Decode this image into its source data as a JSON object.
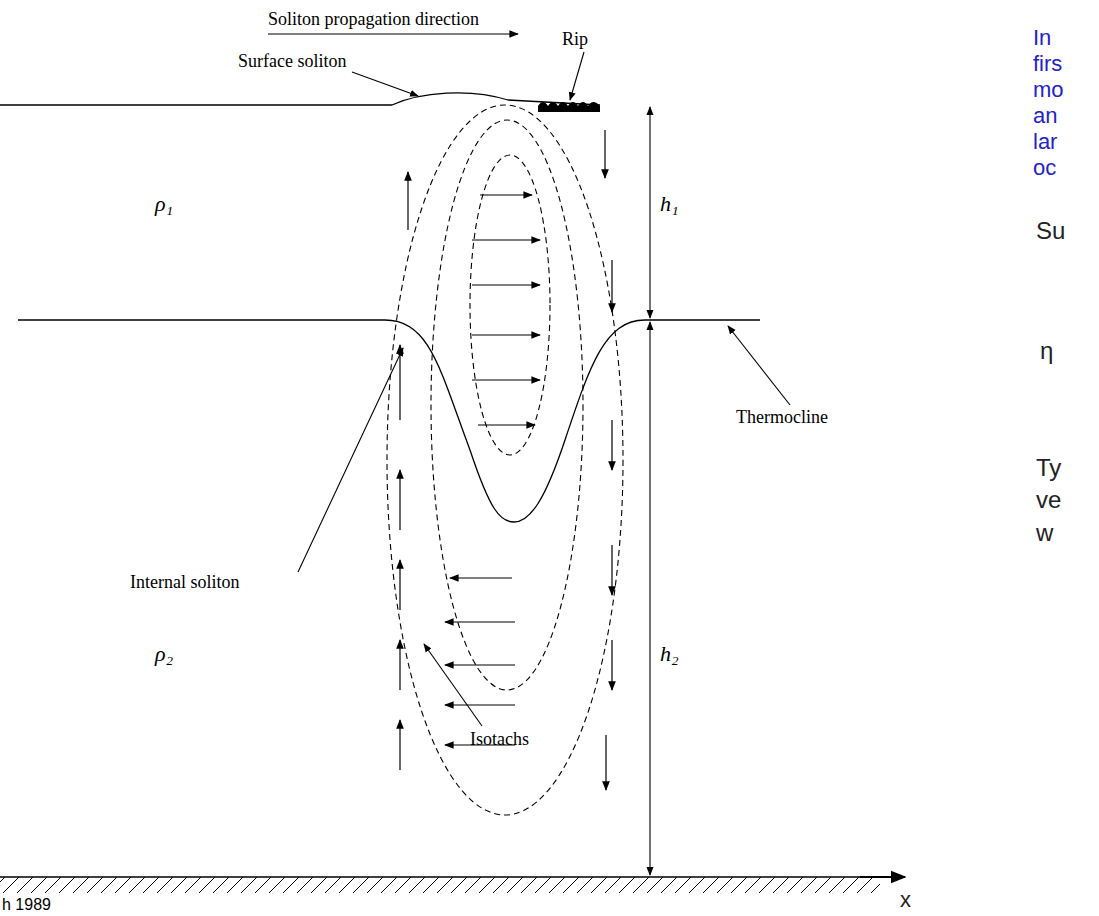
{
  "diagram": {
    "labels": [
      "Soliton propagation direction",
      "Surface soliton",
      "Rip",
      "ρ₁",
      "h₁",
      "Thermocline",
      "Internal soliton",
      "ρ₂",
      "Isotachs",
      "h₂",
      "h 1989",
      "In",
      "firs",
      "mo",
      "an",
      "lar",
      "oc",
      "Su",
      "η",
      "Ty",
      "ve",
      "w",
      "x"
    ]
  }
}
